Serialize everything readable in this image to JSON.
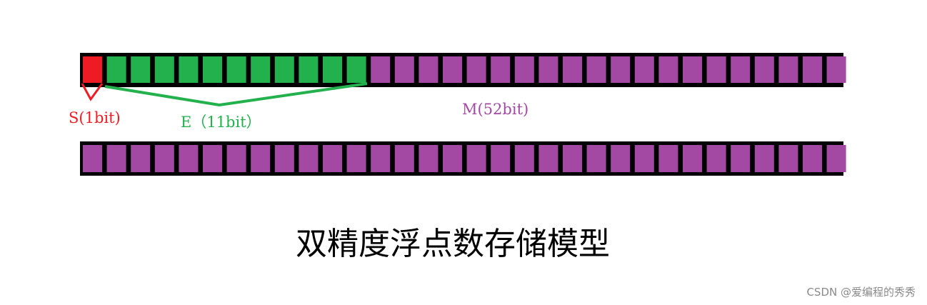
{
  "labels": {
    "sign": "S(1bit)",
    "exponent": "E（11bit）",
    "mantissa": "M(52bit)"
  },
  "title": "双精度浮点数存储模型",
  "watermark": "CSDN @爱编程的秀秀",
  "bits": {
    "sign": 1,
    "exponent": 11,
    "mantissa_row1": 20,
    "mantissa_row2": 32
  },
  "colors": {
    "sign": "#ed1c24",
    "exponent": "#22b14c",
    "mantissa": "#a349a4",
    "frame": "#000000"
  }
}
